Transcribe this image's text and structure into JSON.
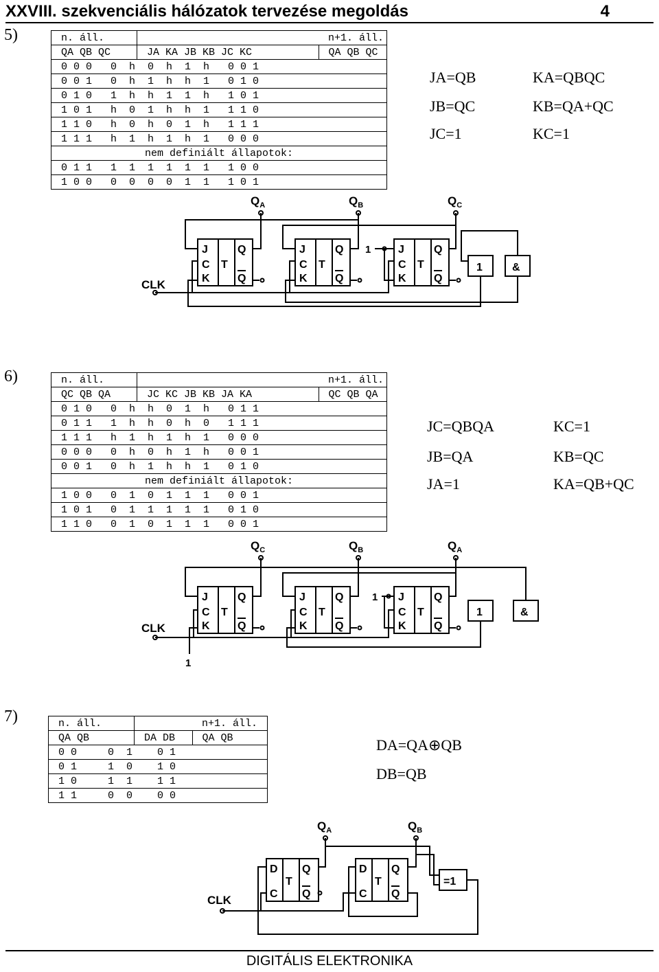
{
  "header": {
    "title": "XXVIII. szekvenciális hálózatok tervezése megoldás",
    "page": "4"
  },
  "footer": "DIGITÁLIS ELEKTRONIKA",
  "sections": [
    {
      "number": "5)",
      "table": {
        "head1": [
          "n. áll.",
          "n+1. áll."
        ],
        "head2": [
          "QA QB QC",
          "JA KA JB KB JC KC",
          "QA QB QC"
        ],
        "rows": [
          "0 0 0   0  h  0  h  1  h   0 0 1",
          "0 0 1   0  h  1  h  h  1   0 1 0",
          "0 1 0   1  h  h  1  1  h   1 0 1",
          "1 0 1   h  0  1  h  h  1   1 1 0",
          "1 1 0   h  0  h  0  1  h   1 1 1",
          "1 1 1   h  1  h  1  h  1   0 0 0"
        ],
        "undef_label": "nem definiált állapotok:",
        "undef_rows": [
          "0 1 1   1  1  1  1  1  1   1 0 0",
          "1 0 0   0  0  0  0  1  1   1 0 1"
        ]
      },
      "equations": [
        "JA=QB",
        "JB=QC",
        "JC=1",
        "KA=QBQC",
        "KB=QA+QC",
        "KC=1"
      ],
      "circuit": {
        "labels": {
          "qa": "Q",
          "qa_sub": "A",
          "qb": "Q",
          "qb_sub": "B",
          "qc": "Q",
          "qc_sub": "C",
          "clk": "CLK",
          "one": "1",
          "or": "1",
          "and": "&"
        }
      }
    },
    {
      "number": "6)",
      "table": {
        "head1": [
          "n. áll.",
          "n+1. áll."
        ],
        "head2": [
          "QC QB QA",
          "JC KC JB KB JA KA",
          "QC QB QA"
        ],
        "rows": [
          "0 1 0   0  h  h  0  1  h   0 1 1",
          "0 1 1   1  h  h  0  h  0   1 1 1",
          "1 1 1   h  1  h  1  h  1   0 0 0",
          "0 0 0   0  h  0  h  1  h   0 0 1",
          "0 0 1   0  h  1  h  h  1   0 1 0"
        ],
        "undef_label": "nem definiált állapotok:",
        "undef_rows": [
          "1 0 0   0  1  0  1  1  1   0 0 1",
          "1 0 1   0  1  1  1  1  1   0 1 0",
          "1 1 0   0  1  0  1  1  1   0 0 1"
        ]
      },
      "equations": [
        "JC=QBQA",
        "JB=QA",
        "JA=1",
        "KC=1",
        "KB=QC",
        "KA=QB+QC"
      ],
      "circuit": {
        "labels": {
          "qc": "Q",
          "qc_sub": "C",
          "qb": "Q",
          "qb_sub": "B",
          "qa": "Q",
          "qa_sub": "A",
          "clk": "CLK",
          "one_top": "1",
          "one_bottom": "1",
          "or": "1",
          "and": "&"
        }
      }
    },
    {
      "number": "7)",
      "table": {
        "head1": [
          "n. áll.",
          "n+1. áll."
        ],
        "head2": [
          "QA QB",
          "DA DB",
          "QA QB"
        ],
        "rows": [
          "0 0     0  1    0 1",
          "0 1     1  0    1 0",
          "1 0     1  1    1 1",
          "1 1     0  0    0 0"
        ]
      },
      "equations": [
        "DA=QA⊕QB",
        "DB=QB"
      ],
      "circuit": {
        "labels": {
          "qa": "Q",
          "qa_sub": "A",
          "qb": "Q",
          "qb_sub": "B",
          "clk": "CLK",
          "xor": "=1"
        }
      }
    }
  ],
  "ff_labels": {
    "j": "J",
    "k": "K",
    "c": "C",
    "t": "T",
    "q": "Q",
    "qbar": "Q",
    "d": "D"
  }
}
